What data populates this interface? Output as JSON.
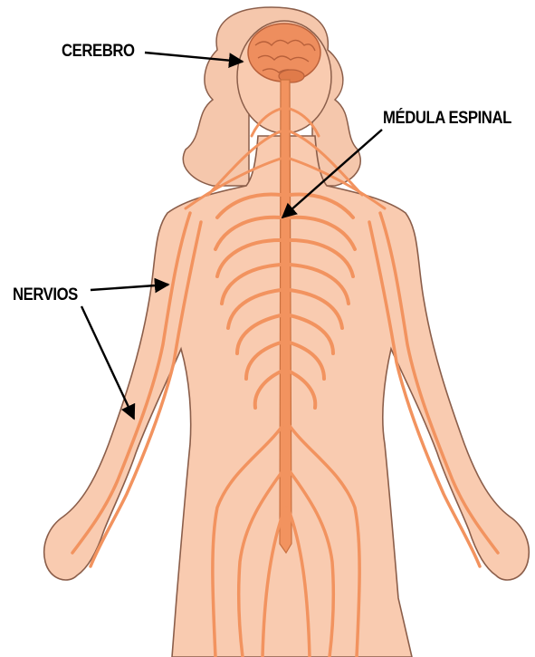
{
  "labels": {
    "brain": "CEREBRO",
    "spinal_cord": "MÉDULA ESPINAL",
    "nerves": "NERVIOS"
  },
  "colors": {
    "skin": "#F9CBB0",
    "hair": "#F5C7AC",
    "outline": "#8B5E4A",
    "nerve": "#F2935F",
    "nerve_edge": "#C9703F",
    "brain": "#EE8E5E",
    "arrow": "#000000"
  }
}
